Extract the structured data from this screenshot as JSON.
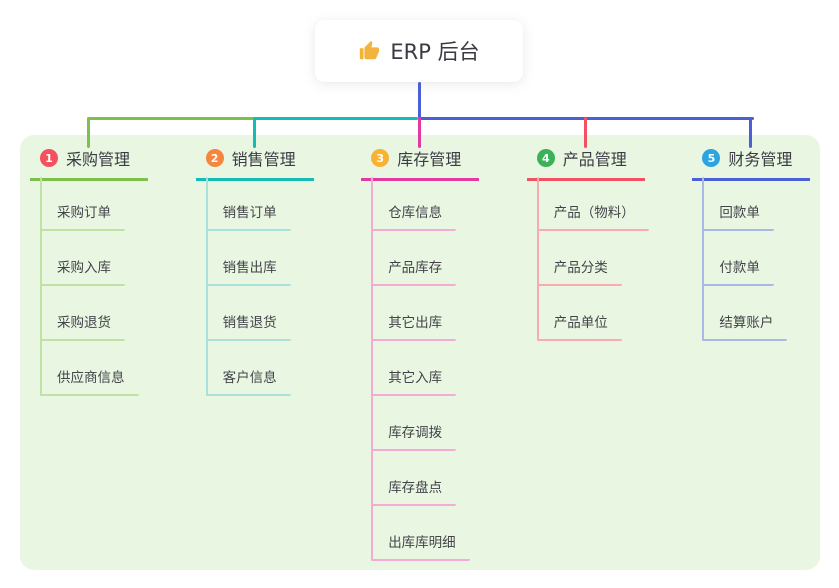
{
  "root": {
    "icon": "thumbs-up",
    "label": "ERP 后台"
  },
  "branches": [
    {
      "num": "1",
      "label": "采购管理",
      "badge_color": "#f4515f",
      "line_color": "#7dc04b",
      "child_line_color": "#bfe1a3",
      "children": [
        "采购订单",
        "采购入库",
        "采购退货",
        "供应商信息"
      ]
    },
    {
      "num": "2",
      "label": "销售管理",
      "badge_color": "#f6853e",
      "line_color": "#13bcb4",
      "child_line_color": "#a9e0dc",
      "children": [
        "销售订单",
        "销售出库",
        "销售退货",
        "客户信息"
      ]
    },
    {
      "num": "3",
      "label": "库存管理",
      "badge_color": "#f8b333",
      "line_color": "#e23aa0",
      "child_line_color": "#f4abd5",
      "children": [
        "仓库信息",
        "产品库存",
        "其它出库",
        "其它入库",
        "库存调拨",
        "库存盘点",
        "出库库明细"
      ]
    },
    {
      "num": "4",
      "label": "产品管理",
      "badge_color": "#3cb258",
      "line_color": "#f45064",
      "child_line_color": "#f9abb0",
      "children": [
        "产品（物料）",
        "产品分类",
        "产品单位"
      ]
    },
    {
      "num": "5",
      "label": "财务管理",
      "badge_color": "#2ba4e2",
      "line_color": "#4a60d6",
      "child_line_color": "#aab8e6",
      "children": [
        "回款单",
        "付款单",
        "结算账户"
      ]
    }
  ],
  "colors": {
    "page_bg": "#ffffff",
    "panel_bg": "#e9f7e2",
    "root_stem": "#4a60d6",
    "thumb_icon": "#f2b43c",
    "title_text": "#3b3b43",
    "child_text": "#434349"
  }
}
